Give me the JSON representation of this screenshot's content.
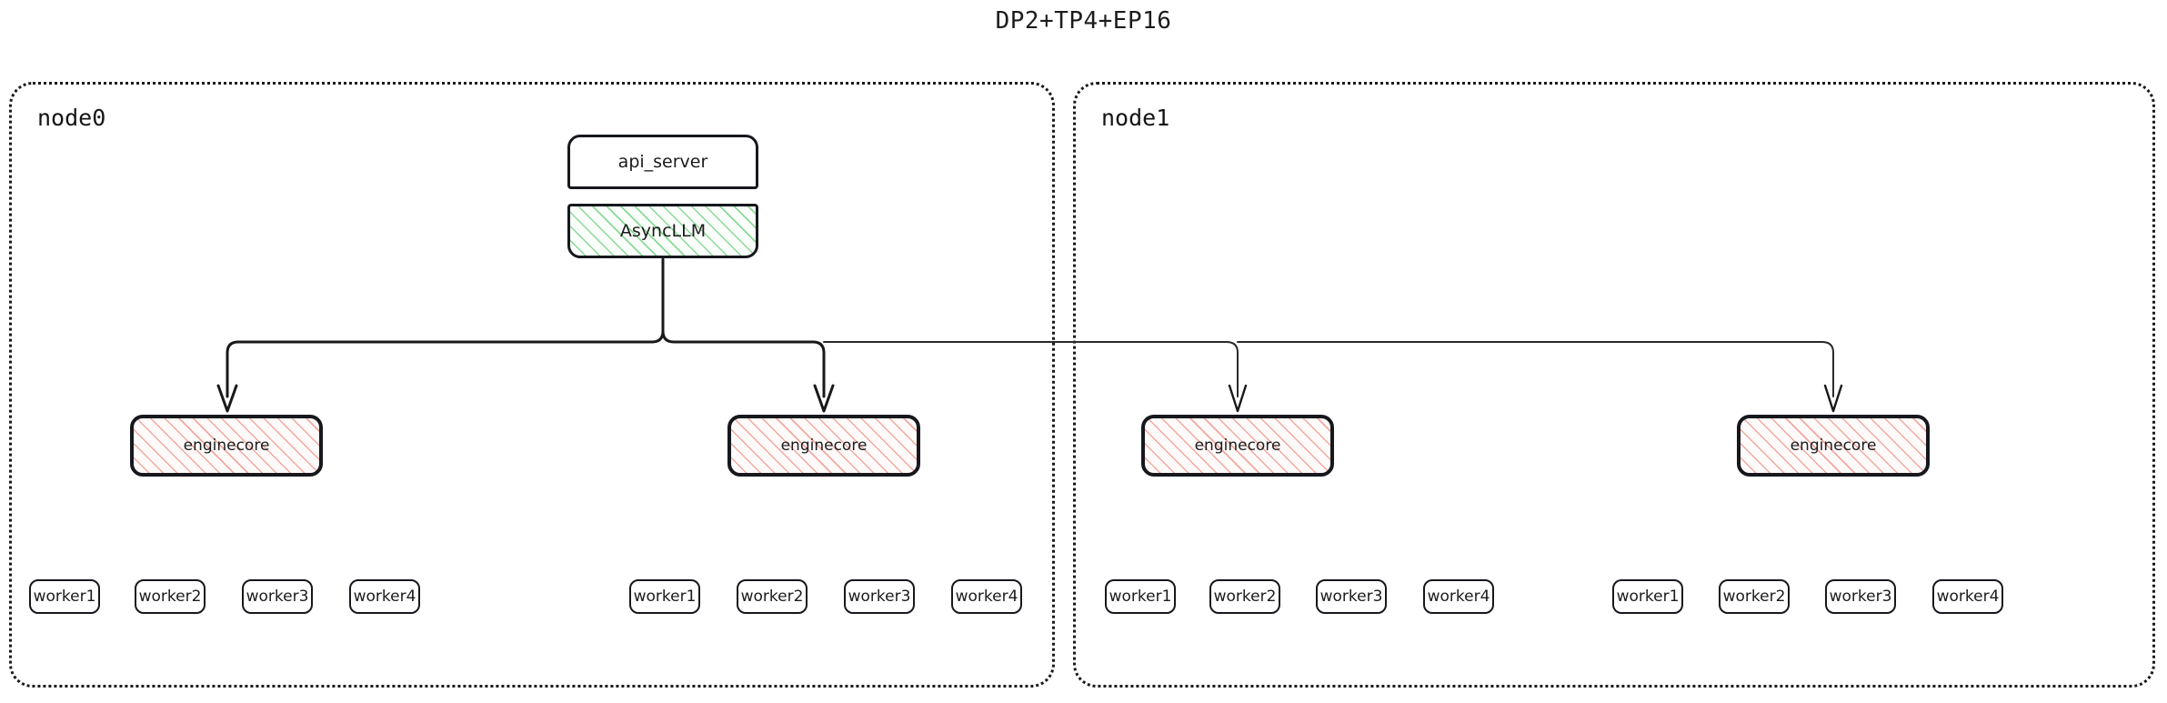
{
  "title": "DP2+TP4+EP16",
  "colors": {
    "asyncllm_hatch": "#89d998",
    "enginecore_hatch": "#f0a99f",
    "stroke": "#191919",
    "node_border": "#1a1a1a"
  },
  "nodes": [
    {
      "label": "node0",
      "components": [
        {
          "name": "api_server",
          "label": "api_server",
          "style": "plain"
        },
        {
          "name": "AsyncLLM",
          "label": "AsyncLLM",
          "style": "green-hatch"
        }
      ],
      "enginecores": [
        {
          "label": "enginecore"
        },
        {
          "label": "enginecore"
        }
      ],
      "worker_groups": [
        {
          "workers": [
            "worker1",
            "worker2",
            "worker3",
            "worker4"
          ]
        },
        {
          "workers": [
            "worker1",
            "worker2",
            "worker3",
            "worker4"
          ]
        }
      ]
    },
    {
      "label": "node1",
      "components": [],
      "enginecores": [
        {
          "label": "enginecore"
        },
        {
          "label": "enginecore"
        }
      ],
      "worker_groups": [
        {
          "workers": [
            "worker1",
            "worker2",
            "worker3",
            "worker4"
          ]
        },
        {
          "workers": [
            "worker1",
            "worker2",
            "worker3",
            "worker4"
          ]
        }
      ]
    }
  ],
  "enginecore_labels": [
    "enginecore",
    "enginecore",
    "enginecore",
    "enginecore"
  ],
  "workers": {
    "group0": [
      "worker1",
      "worker2",
      "worker3",
      "worker4"
    ],
    "group1": [
      "worker1",
      "worker2",
      "worker3",
      "worker4"
    ],
    "group2": [
      "worker1",
      "worker2",
      "worker3",
      "worker4"
    ],
    "group3": [
      "worker1",
      "worker2",
      "worker3",
      "worker4"
    ]
  },
  "edges": {
    "description": "AsyncLLM fans out to four enginecore processes across node0 and node1"
  }
}
